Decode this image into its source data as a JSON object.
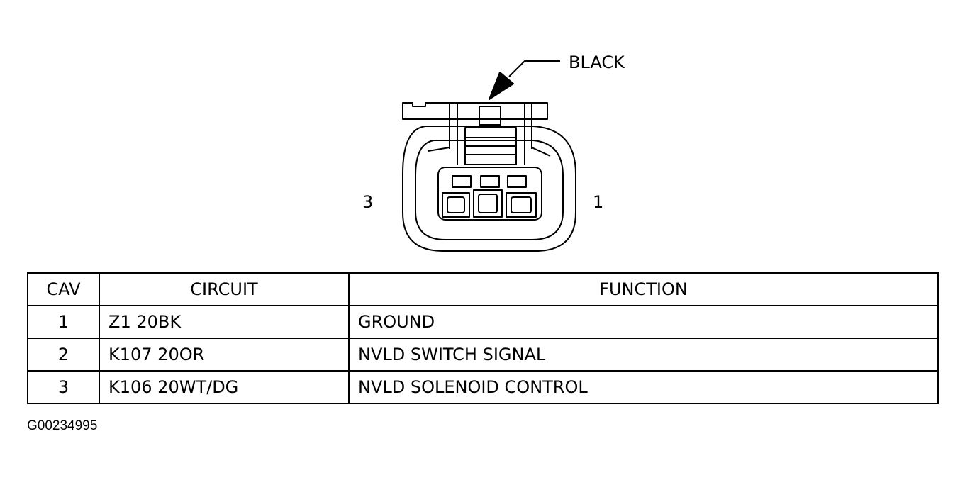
{
  "connector": {
    "color_label": "BLACK",
    "cavity_left_label": "3",
    "cavity_right_label": "1"
  },
  "table": {
    "headers": {
      "cav": "CAV",
      "circuit": "CIRCUIT",
      "function": "FUNCTION"
    },
    "rows": [
      {
        "cav": "1",
        "circuit": "Z1 20BK",
        "function": "GROUND"
      },
      {
        "cav": "2",
        "circuit": "K107 20OR",
        "function": "NVLD SWITCH SIGNAL"
      },
      {
        "cav": "3",
        "circuit": "K106 20WT/DG",
        "function": "NVLD SOLENOID CONTROL"
      }
    ]
  },
  "figure_id": "G00234995"
}
